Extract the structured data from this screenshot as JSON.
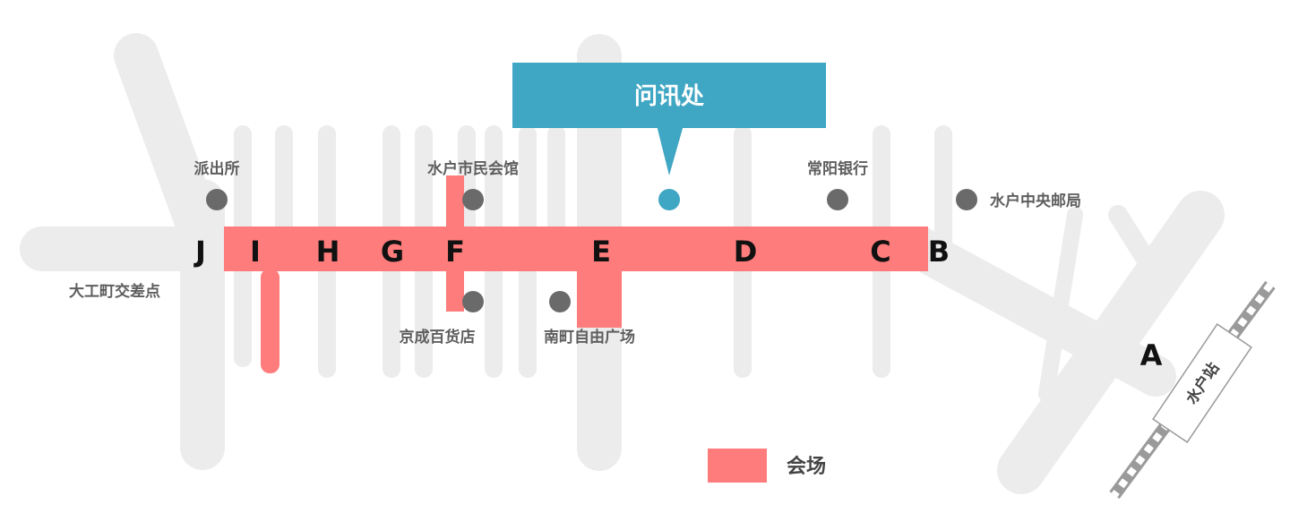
{
  "map": {
    "colors": {
      "road": "#ececec",
      "venue": "#ff7c7c",
      "info": "#3fa6c3",
      "poi": "#6a6a6a",
      "background": "#ffffff"
    },
    "info_callout": {
      "label": "问讯处"
    },
    "sections": [
      "J",
      "I",
      "H",
      "G",
      "F",
      "E",
      "D",
      "C",
      "B",
      "A"
    ],
    "pois": {
      "police_box": "派出所",
      "civic_hall": "水户市民会馆",
      "joyo_bank": "常阳银行",
      "post_office": "水户中央邮局",
      "intersection": "大工町交差点",
      "keisei_store": "京成百货店",
      "minamimachi_plaza": "南町自由广场"
    },
    "station": {
      "label": "水户站"
    },
    "legend": {
      "venue_label": "会场"
    }
  }
}
